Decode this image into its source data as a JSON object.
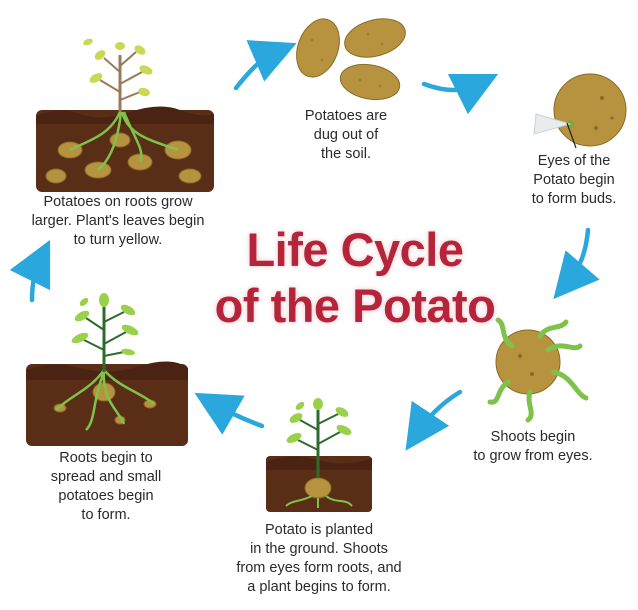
{
  "title": "Life Cycle\nof the Potato",
  "colors": {
    "title": "#b5243b",
    "arrow": "#2aa7dc",
    "soil": "#5a2d17",
    "soil_top": "#4a2312",
    "potato": "#b8933f",
    "potato_dark": "#8a6b27",
    "leaf": "#9ad14a",
    "stem": "#2f6b2c",
    "sprout": "#7fc24a"
  },
  "stages": [
    {
      "id": "dug",
      "caption": "Potatoes are\ndug out of\nthe soil."
    },
    {
      "id": "eyes",
      "caption": "Eyes of the\nPotato begin\nto form buds."
    },
    {
      "id": "shoots",
      "caption": "Shoots begin\nto grow from eyes."
    },
    {
      "id": "planted",
      "caption": "Potato is planted\nin the ground. Shoots\nfrom eyes form roots, and\na plant begins to form."
    },
    {
      "id": "roots",
      "caption": "Roots begin to\nspread and small\npotatoes begin\nto form."
    },
    {
      "id": "grow",
      "caption": "Potatoes on roots grow\nlarger. Plant's leaves begin\nto turn yellow."
    }
  ]
}
